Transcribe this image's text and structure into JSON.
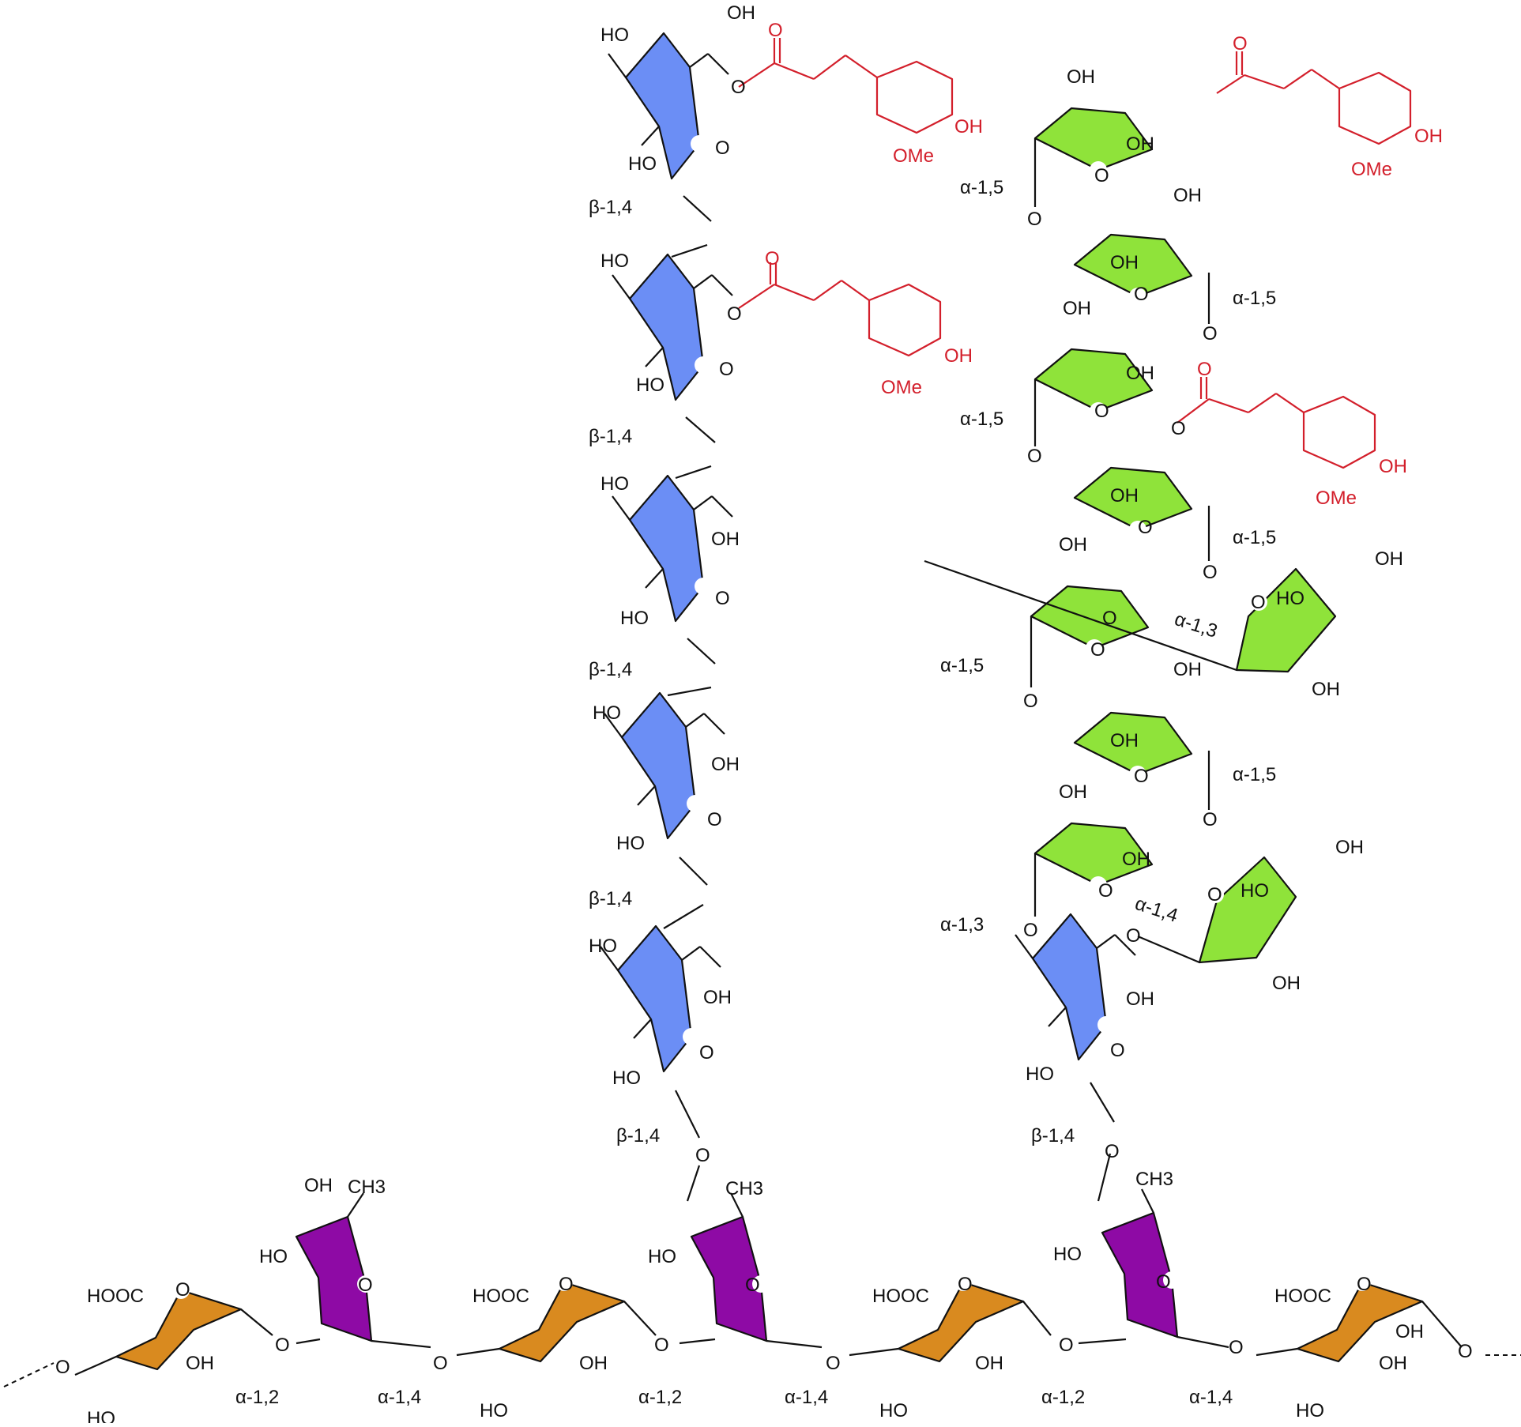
{
  "colors": {
    "xylose": "#6b8ef5",
    "arabinose": "#8fe33a",
    "rhamnose": "#8e0aa5",
    "galacturonic": "#d98a1f",
    "ferulic": "#d31f2b",
    "bond": "#111111"
  },
  "atoms": {
    "o": "O",
    "oh": "OH",
    "ho": "HO",
    "ome": "OMe",
    "ch3": "CH3",
    "hooc": "HOOC"
  },
  "linkages": {
    "beta14": "β-1,4",
    "alpha15": "α-1,5",
    "alpha13": "α-1,3",
    "alpha14": "α-1,4",
    "alpha12": "α-1,2"
  }
}
